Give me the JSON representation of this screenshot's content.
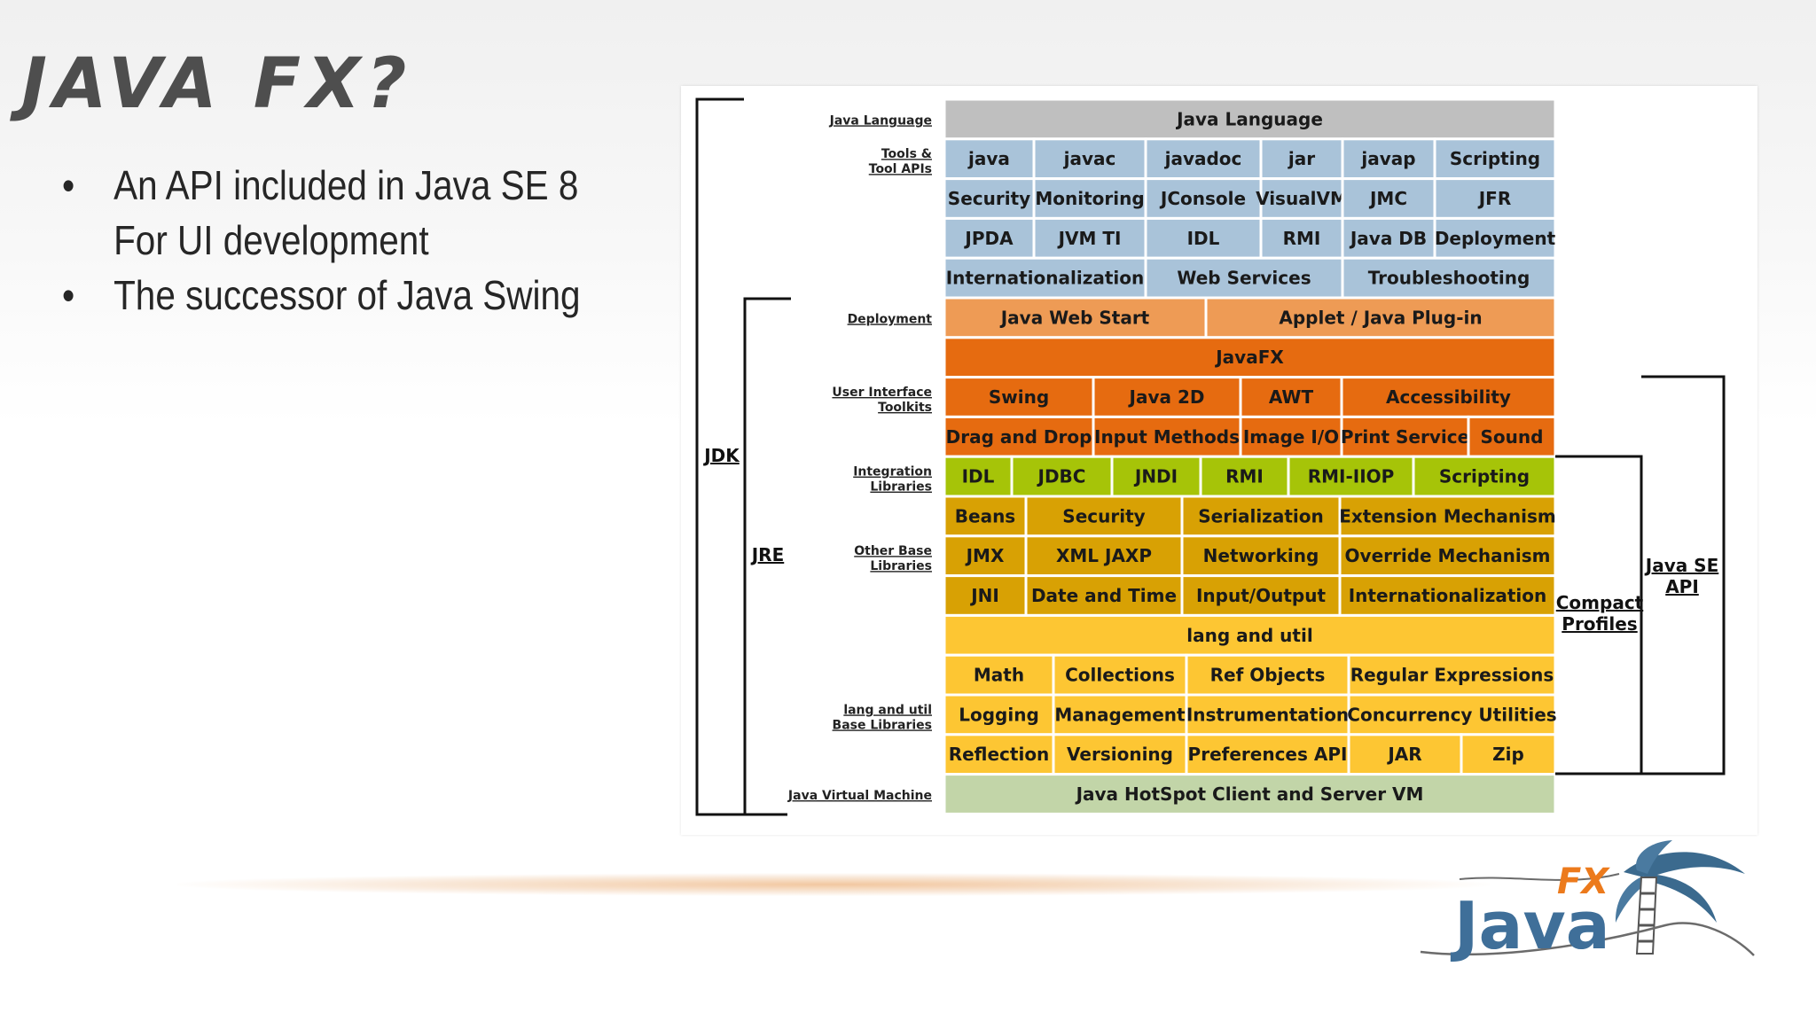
{
  "slide": {
    "title": "JAVA FX?",
    "bullets": [
      {
        "lines": [
          "An API included in Java SE 8",
          "For UI development"
        ]
      },
      {
        "lines": [
          "The successor of Java Swing"
        ]
      }
    ]
  },
  "logo": {
    "text_java": "Java",
    "text_fx": "FX"
  },
  "diagram": {
    "brackets": {
      "jdk": "JDK",
      "jre": "JRE",
      "compact": "Compact Profiles",
      "javase": "Java SE API"
    },
    "colors": {
      "grey": "#bfbfbf",
      "blue": "#a9c3d9",
      "orange": "#ee9b55",
      "deep_orange": "#e66b10",
      "lime": "#a6c408",
      "gold": "#d8a104",
      "yellow": "#fdc633",
      "green_grey": "#c2d5a8",
      "border": "#ffffff"
    },
    "rows": [
      {
        "label": [
          "Java Language"
        ],
        "cells": [
          {
            "text": "Java Language",
            "color": "grey"
          }
        ]
      },
      {
        "label": [
          "Tools &",
          "Tool APIs"
        ],
        "cells": [
          {
            "text": "java",
            "color": "blue"
          },
          {
            "text": "javac",
            "color": "blue"
          },
          {
            "text": "javadoc",
            "color": "blue"
          },
          {
            "text": "jar",
            "color": "blue"
          },
          {
            "text": "javap",
            "color": "blue"
          },
          {
            "text": "Scripting",
            "color": "blue"
          }
        ]
      },
      {
        "label": [],
        "cells": [
          {
            "text": "Security",
            "color": "blue"
          },
          {
            "text": "Monitoring",
            "color": "blue"
          },
          {
            "text": "JConsole",
            "color": "blue"
          },
          {
            "text": "VisualVM",
            "color": "blue"
          },
          {
            "text": "JMC",
            "color": "blue"
          },
          {
            "text": "JFR",
            "color": "blue"
          }
        ]
      },
      {
        "label": [],
        "cells": [
          {
            "text": "JPDA",
            "color": "blue"
          },
          {
            "text": "JVM TI",
            "color": "blue"
          },
          {
            "text": "IDL",
            "color": "blue"
          },
          {
            "text": "RMI",
            "color": "blue"
          },
          {
            "text": "Java DB",
            "color": "blue"
          },
          {
            "text": "Deployment",
            "color": "blue"
          }
        ]
      },
      {
        "label": [],
        "cells": [
          {
            "text": "Internationalization",
            "color": "blue"
          },
          {
            "text": "Web Services",
            "color": "blue"
          },
          {
            "text": "Troubleshooting",
            "color": "blue"
          }
        ]
      },
      {
        "label": [
          "Deployment"
        ],
        "cells": [
          {
            "text": "Java Web Start",
            "color": "orange"
          },
          {
            "text": "Applet / Java Plug-in",
            "color": "orange"
          }
        ]
      },
      {
        "label": [],
        "cells": [
          {
            "text": "JavaFX",
            "color": "deep_orange"
          }
        ]
      },
      {
        "label": [
          "User Interface",
          "Toolkits"
        ],
        "cells": [
          {
            "text": "Swing",
            "color": "deep_orange"
          },
          {
            "text": "Java 2D",
            "color": "deep_orange"
          },
          {
            "text": "AWT",
            "color": "deep_orange"
          },
          {
            "text": "Accessibility",
            "color": "deep_orange"
          }
        ]
      },
      {
        "label": [],
        "cells": [
          {
            "text": "Drag and Drop",
            "color": "deep_orange"
          },
          {
            "text": "Input Methods",
            "color": "deep_orange"
          },
          {
            "text": "Image I/O",
            "color": "deep_orange"
          },
          {
            "text": "Print Service",
            "color": "deep_orange"
          },
          {
            "text": "Sound",
            "color": "deep_orange"
          }
        ]
      },
      {
        "label": [
          "Integration",
          "Libraries"
        ],
        "cells": [
          {
            "text": "IDL",
            "color": "lime"
          },
          {
            "text": "JDBC",
            "color": "lime"
          },
          {
            "text": "JNDI",
            "color": "lime"
          },
          {
            "text": "RMI",
            "color": "lime"
          },
          {
            "text": "RMI-IIOP",
            "color": "lime"
          },
          {
            "text": "Scripting",
            "color": "lime"
          }
        ]
      },
      {
        "label": [],
        "cells": [
          {
            "text": "Beans",
            "color": "gold"
          },
          {
            "text": "Security",
            "color": "gold"
          },
          {
            "text": "Serialization",
            "color": "gold"
          },
          {
            "text": "Extension Mechanism",
            "color": "gold"
          }
        ]
      },
      {
        "label": [
          "Other Base",
          "Libraries"
        ],
        "cells": [
          {
            "text": "JMX",
            "color": "gold"
          },
          {
            "text": "XML JAXP",
            "color": "gold"
          },
          {
            "text": "Networking",
            "color": "gold"
          },
          {
            "text": "Override Mechanism",
            "color": "gold"
          }
        ]
      },
      {
        "label": [],
        "cells": [
          {
            "text": "JNI",
            "color": "gold"
          },
          {
            "text": "Date and Time",
            "color": "gold"
          },
          {
            "text": "Input/Output",
            "color": "gold"
          },
          {
            "text": "Internationalization",
            "color": "gold"
          }
        ]
      },
      {
        "label": [],
        "cells": [
          {
            "text": "lang and util",
            "color": "yellow"
          }
        ]
      },
      {
        "label": [],
        "cells": [
          {
            "text": "Math",
            "color": "yellow"
          },
          {
            "text": "Collections",
            "color": "yellow"
          },
          {
            "text": "Ref Objects",
            "color": "yellow"
          },
          {
            "text": "Regular Expressions",
            "color": "yellow"
          }
        ]
      },
      {
        "label": [
          "lang and util",
          "Base Libraries"
        ],
        "cells": [
          {
            "text": "Logging",
            "color": "yellow"
          },
          {
            "text": "Management",
            "color": "yellow"
          },
          {
            "text": "Instrumentation",
            "color": "yellow"
          },
          {
            "text": "Concurrency Utilities",
            "color": "yellow"
          }
        ]
      },
      {
        "label": [],
        "cells": [
          {
            "text": "Reflection",
            "color": "yellow"
          },
          {
            "text": "Versioning",
            "color": "yellow"
          },
          {
            "text": "Preferences API",
            "color": "yellow"
          },
          {
            "text": "JAR",
            "color": "yellow"
          },
          {
            "text": "Zip",
            "color": "yellow"
          }
        ]
      },
      {
        "label": [
          "Java Virtual Machine"
        ],
        "cells": [
          {
            "text": "Java HotSpot Client and Server VM",
            "color": "green_grey"
          }
        ]
      }
    ]
  }
}
